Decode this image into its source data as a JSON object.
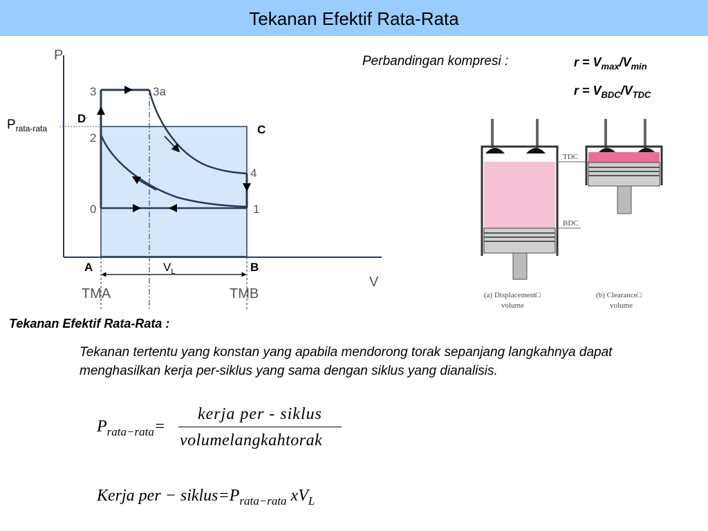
{
  "header": {
    "title": "Tekanan Efektif Rata-Rata"
  },
  "diagram": {
    "axis_p": "P",
    "axis_v": "V",
    "point_3": "3",
    "point_3a": "3a",
    "point_2": "2",
    "point_4": "4",
    "point_0": "0",
    "point_1": "1",
    "corner_a": "A",
    "corner_b": "B",
    "corner_c": "C",
    "corner_d": "D",
    "p_main": "P",
    "p_sub": "rata-rata",
    "vl_main": "V",
    "vl_sub": "L",
    "tma": "TMA",
    "tmb": "TMB"
  },
  "ratio": {
    "label": "Perbandingan kompresi :",
    "f1": {
      "lhs": "r = V",
      "sub1": "max",
      "slash": "/V",
      "sub2": "min"
    },
    "f2": {
      "lhs": "r = V",
      "sub1": "BDC",
      "slash": "/V",
      "sub2": "TDC"
    }
  },
  "engine": {
    "tdc": "TDC",
    "bdc": "BDC",
    "caption_a_1": "(a) Displacement□",
    "caption_a_2": "volume",
    "caption_b_1": "(b) Clearance□",
    "caption_b_2": "volume"
  },
  "definition": {
    "heading": "Tekanan Efektif Rata-Rata :",
    "text": "Tekanan tertentu yang konstan yang apabila mendorong torak sepanjang langkahnya dapat menghasilkan kerja per-siklus yang sama dengan siklus yang dianalisis."
  },
  "equation1": {
    "lhs": "P",
    "lhs_sub": "rata−rata",
    "eq": "=",
    "numerator": "kerja per - siklus",
    "denominator": "volumelangkahtorak"
  },
  "equation2": {
    "lhs": "Kerja per − siklus=",
    "p": "P",
    "p_sub": "rata−rata",
    "x": " xV",
    "v_sub": "L"
  },
  "colors": {
    "header": "#99ccff",
    "work_area": "#d5e8fb",
    "displacement": "#f4c2d4",
    "clearance": "#e5709a"
  }
}
